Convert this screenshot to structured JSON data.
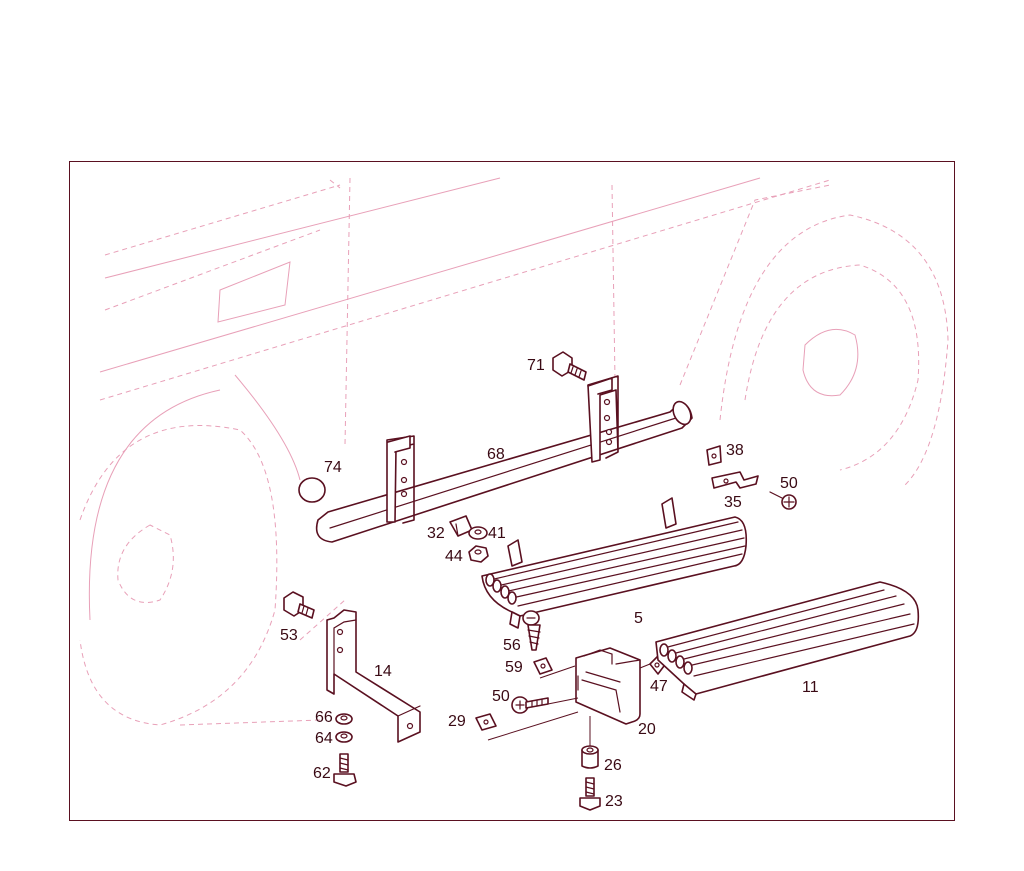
{
  "diagram": {
    "callouts": [
      "71",
      "68",
      "74",
      "38",
      "35",
      "50",
      "32",
      "41",
      "44",
      "5",
      "53",
      "56",
      "14",
      "59",
      "50",
      "47",
      "11",
      "66",
      "64",
      "62",
      "29",
      "20",
      "26",
      "23"
    ]
  },
  "colors": {
    "frame": "#5a1020",
    "part_stroke": "#5a1020",
    "ghost_stroke": "#e8a0b8",
    "label": "#3a0a14"
  }
}
